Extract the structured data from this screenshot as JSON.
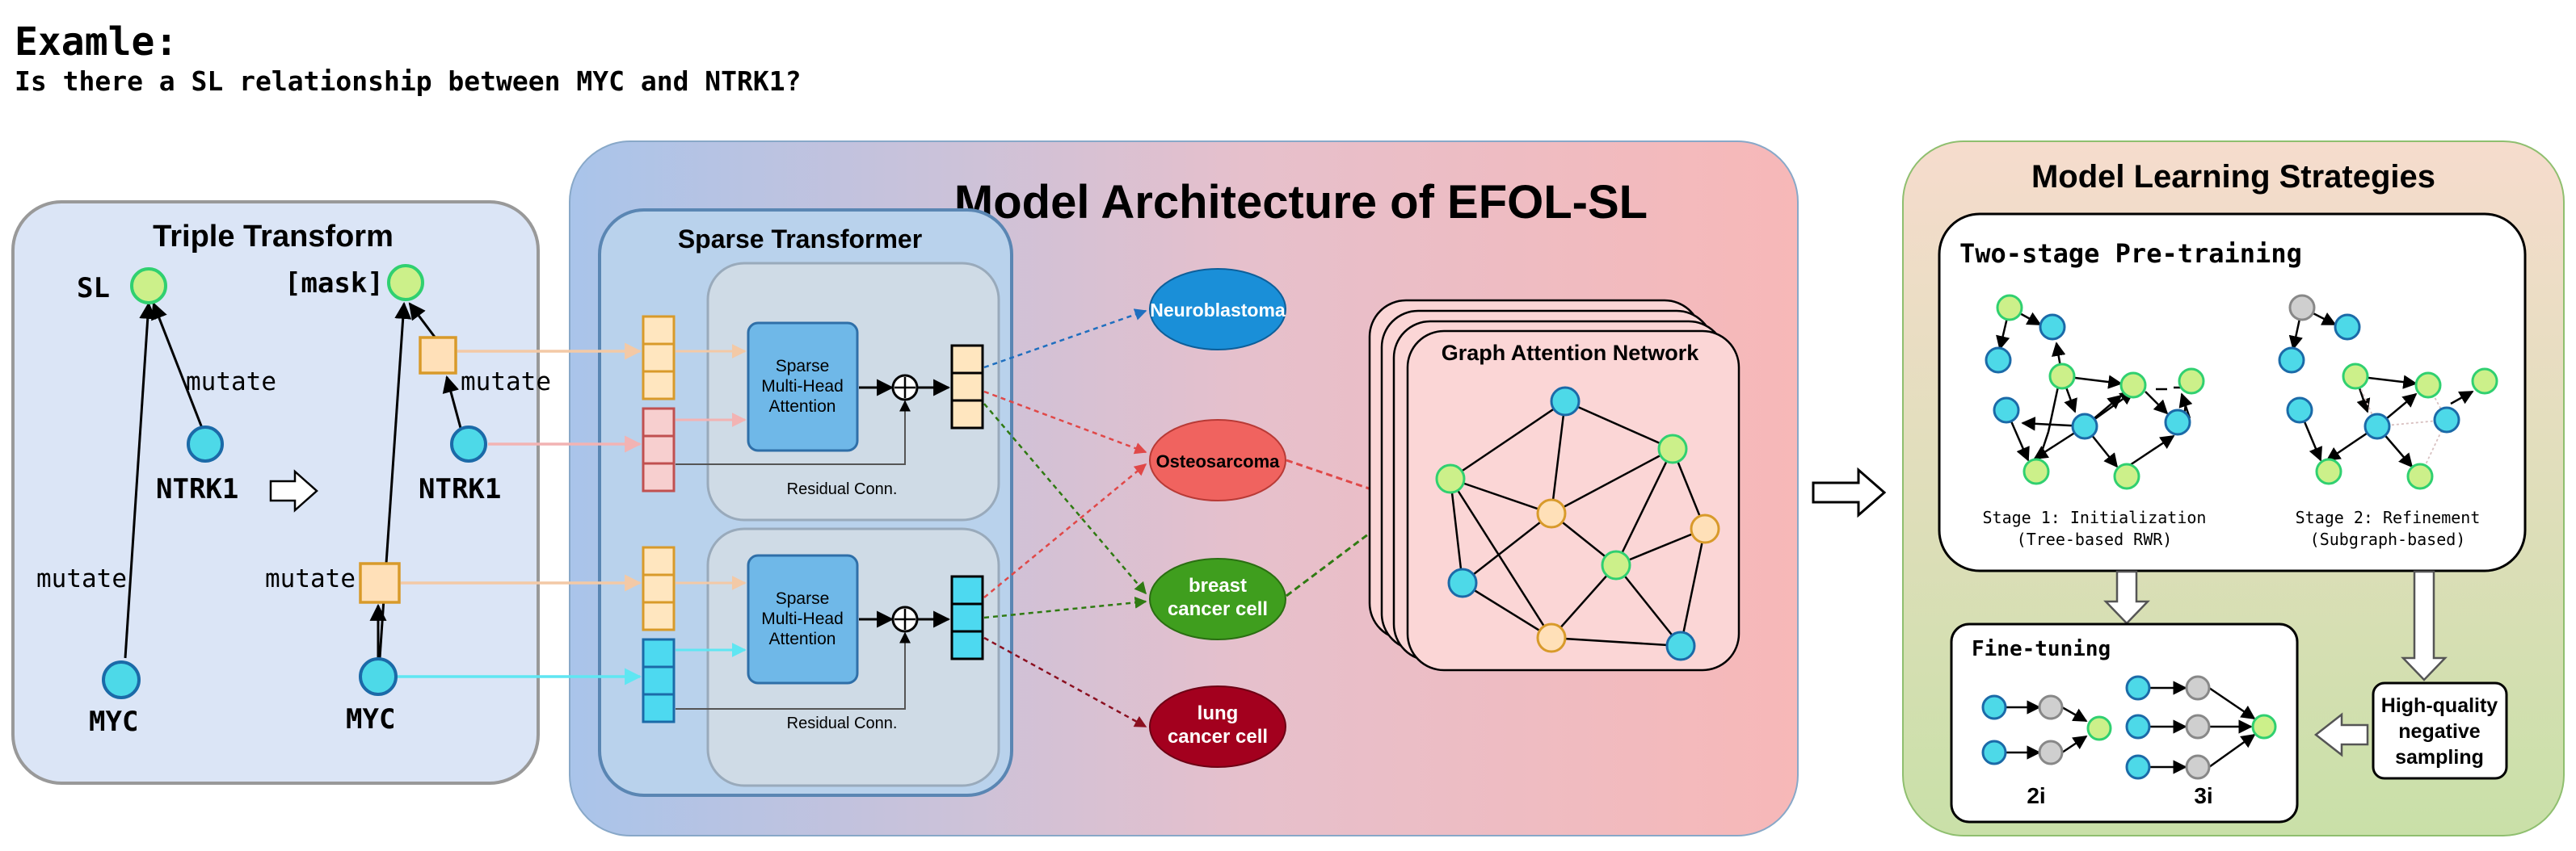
{
  "header": {
    "title": "Examle:",
    "question": "Is there a SL relationship between MYC and NTRK1?"
  },
  "triple_transform": {
    "title": "Triple Transform",
    "left": {
      "top_node": "SL",
      "gene_a": "NTRK1",
      "gene_b": "MYC",
      "edge_a": "mutate",
      "edge_b": "mutate"
    },
    "right": {
      "top_node": "[mask]",
      "gene_a": "NTRK1",
      "gene_b": "MYC",
      "edge_a": "mutate",
      "edge_b": "mutate"
    }
  },
  "architecture": {
    "title": "Model Architecture of EFOL-SL",
    "sparse_transformer": {
      "title": "Sparse Transformer",
      "attention_label_1": "Sparse",
      "attention_label_2": "Multi-Head",
      "attention_label_3": "Attention",
      "residual": "Residual Conn."
    },
    "tasks": [
      "Neuroblastoma",
      "Osteosarcoma",
      "breast",
      "cancer cell",
      "lung",
      "cancer cell"
    ],
    "gat_title": "Graph Attention Network"
  },
  "strategies": {
    "title": "Model Learning Strategies",
    "pretraining": {
      "title": "Two-stage Pre-training",
      "stage1": "Stage 1: Initialization",
      "stage1_sub": "(Tree-based RWR)",
      "stage2": "Stage 2: Refinement",
      "stage2_sub": "(Subgraph-based)"
    },
    "finetuning": {
      "title": "Fine-tuning",
      "label_2i": "2i",
      "label_3i": "3i"
    },
    "negative": [
      "High-quality",
      "negative",
      "sampling"
    ]
  },
  "colors": {
    "gene_node": "#4dd9e8",
    "relation_node": "#ccf08a",
    "neuroblastoma": "#1a8fd8",
    "osteosarcoma": "#f0635f",
    "breast": "#3f9e1e",
    "lung": "#a3001e"
  }
}
